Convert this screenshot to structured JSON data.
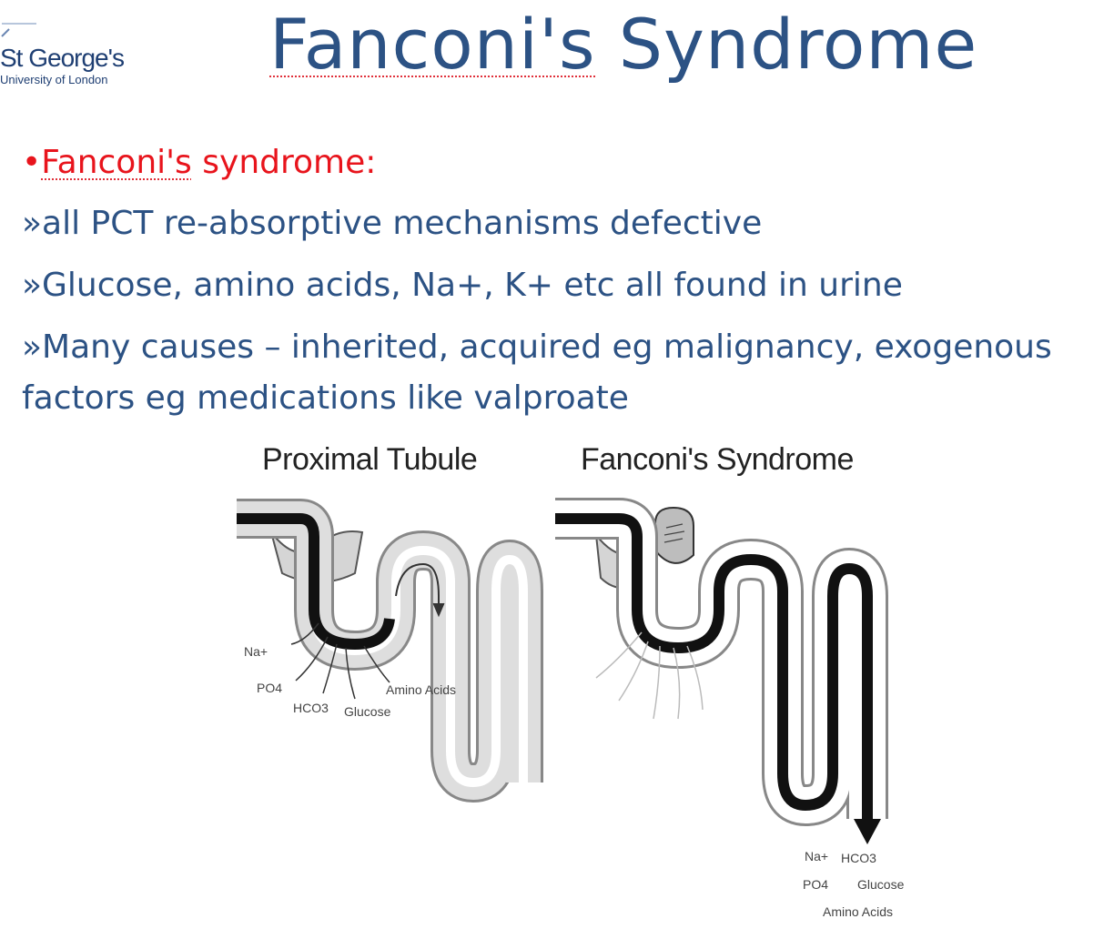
{
  "logo": {
    "name": "St George's",
    "subtitle": "University of London"
  },
  "slide": {
    "title_word1": "Fanconi's",
    "title_word2": "Syndrome"
  },
  "bullets": {
    "heading_bullet": "•",
    "heading_word1": "Fanconi's",
    "heading_rest": " syndrome:",
    "items": [
      "»all PCT re-absorptive mechanisms defective",
      "»Glucose, amino acids, Na+, K+ etc all found in urine",
      "»Many causes – inherited, acquired eg malignancy, exogenous factors eg medications like valproate"
    ]
  },
  "figure": {
    "left_caption": "Proximal Tubule",
    "right_caption": "Fanconi's Syndrome",
    "left_labels": [
      "Na+",
      "PO4",
      "HCO3",
      "Glucose",
      "Amino Acids"
    ],
    "right_labels": [
      "Na+",
      "HCO3",
      "PO4",
      "Glucose",
      "Amino Acids"
    ]
  },
  "colors": {
    "title": "#2c5284",
    "heading": "#e8141c",
    "body": "#2c5284"
  }
}
